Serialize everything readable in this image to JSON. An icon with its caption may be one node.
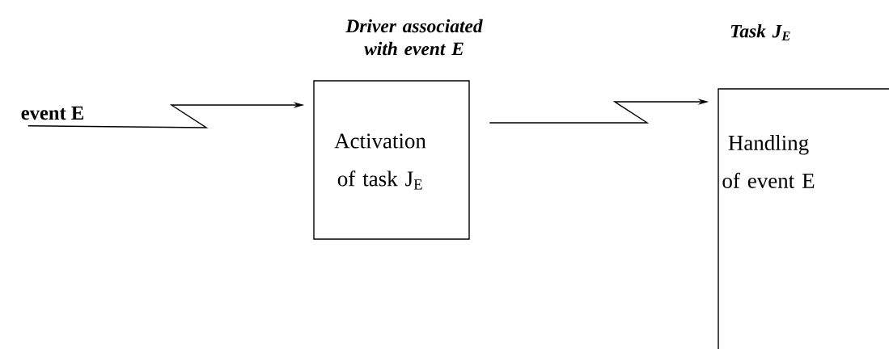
{
  "diagram": {
    "nodes": [
      {
        "text": [
          "event E"
        ]
      },
      {
        "text": [
          "Driver associated with event E",
          "Activation of task J$_{E}$"
        ]
      },
      {
        "text": [
          "Task J$_{E}$",
          "Handling of event E"
        ]
      }
    ],
    "edges": [
      {
        "from": 0,
        "to": 1,
        "arrow": "to"
      },
      {
        "from": 1,
        "to": 2,
        "arrow": "to"
      }
    ]
  }
}
